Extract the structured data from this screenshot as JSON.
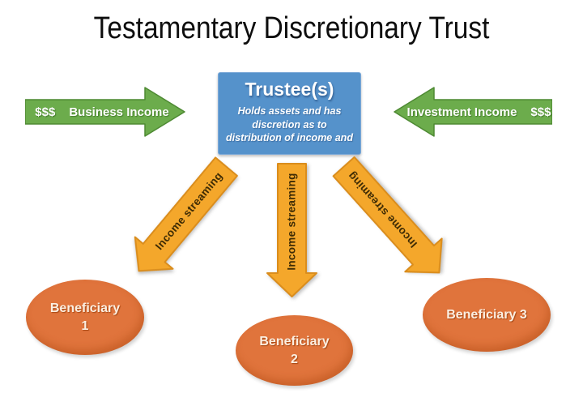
{
  "title": "Testamentary Discretionary Trust",
  "colors": {
    "trustee_blue": "#5592CB",
    "arrow_green": "#6CAC4C",
    "arrow_green_edge": "#4E8A33",
    "arrow_yellow": "#F4A72B",
    "arrow_yellow_edge": "#DA8D1D",
    "beneficiary_orange": "#E0743C",
    "stream_text": "#3F2C05"
  },
  "trustee_box": {
    "title": "Trustee(s)",
    "description_lines": [
      "Holds assets and has",
      "discretion as to",
      "distribution of income and"
    ]
  },
  "business_income_arrow": {
    "dollars": "$$$",
    "label": "Business Income"
  },
  "investment_income_arrow": {
    "label": "Investment Income",
    "dollars": "$$$"
  },
  "streaming_arrows": [
    {
      "label": "Income streaming"
    },
    {
      "label": "Income streaming"
    },
    {
      "label": "Income streaming"
    }
  ],
  "beneficiaries": [
    {
      "lines": [
        "Beneficiary",
        "1"
      ]
    },
    {
      "lines": [
        "Beneficiary",
        "2"
      ]
    },
    {
      "lines": [
        "Beneficiary 3"
      ]
    }
  ]
}
